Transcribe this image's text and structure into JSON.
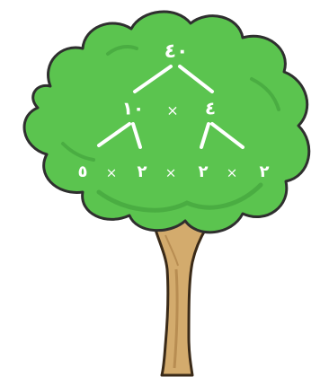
{
  "colors": {
    "canopy": "#5bc44f",
    "canopy_outline": "#2f2f2f",
    "canopy_dark": "#3f9e3a",
    "trunk": "#d3ab6d",
    "trunk_outline": "#3a2a18",
    "branch_lines": "#ffffff",
    "text": "#ffffff"
  },
  "factor_tree": {
    "root": "٤٠",
    "level1": {
      "left": "١٠",
      "operator": "×",
      "right": "٤"
    },
    "level2": {
      "values": [
        "٥",
        "٢",
        "٢",
        "٢"
      ],
      "operators": [
        "×",
        "×",
        "×"
      ]
    }
  }
}
